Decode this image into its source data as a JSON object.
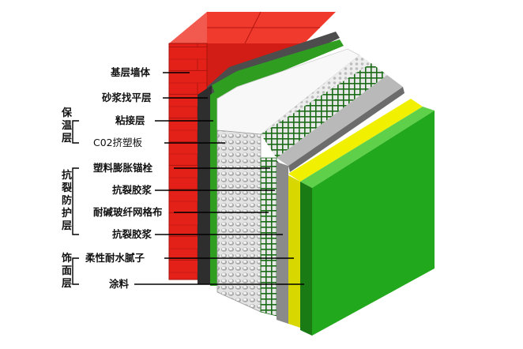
{
  "diagram": {
    "layers": [
      {
        "id": "base-wall",
        "label": "基层墙体",
        "color": "#e32119"
      },
      {
        "id": "leveling-mortar",
        "label": "砂浆找平层",
        "color": "#3d3d3d"
      },
      {
        "id": "bonding-layer",
        "label": "粘接层",
        "color": "#2f9e20"
      },
      {
        "id": "xps-board",
        "label": "C02挤塑板",
        "color": "#d9d9d9"
      },
      {
        "id": "anchor-bolt",
        "label": "塑料膨胀锚栓",
        "color": "#1c1c1c"
      },
      {
        "id": "anti-crack-mortar-1",
        "label": "抗裂胶浆",
        "color": "#ffffff"
      },
      {
        "id": "alkali-resistant-mesh",
        "label": "耐碱玻纤网格布",
        "color": "#1a6b16"
      },
      {
        "id": "anti-crack-mortar-2",
        "label": "抗裂胶浆",
        "color": "#8a8a8a"
      },
      {
        "id": "flexible-putty",
        "label": "柔性耐水腻子",
        "color": "#d8d800"
      },
      {
        "id": "paint",
        "label": "涂料",
        "color": "#22a81c"
      }
    ],
    "groups": [
      {
        "id": "insulation",
        "label": "保温层",
        "chars": [
          "保",
          "温",
          "层"
        ]
      },
      {
        "id": "anti-crack",
        "label": "抗裂防护层",
        "chars": [
          "抗",
          "裂",
          "防",
          "护",
          "层"
        ]
      },
      {
        "id": "finish",
        "label": "饰面层",
        "chars": [
          "饰",
          "面",
          "层"
        ]
      }
    ]
  }
}
